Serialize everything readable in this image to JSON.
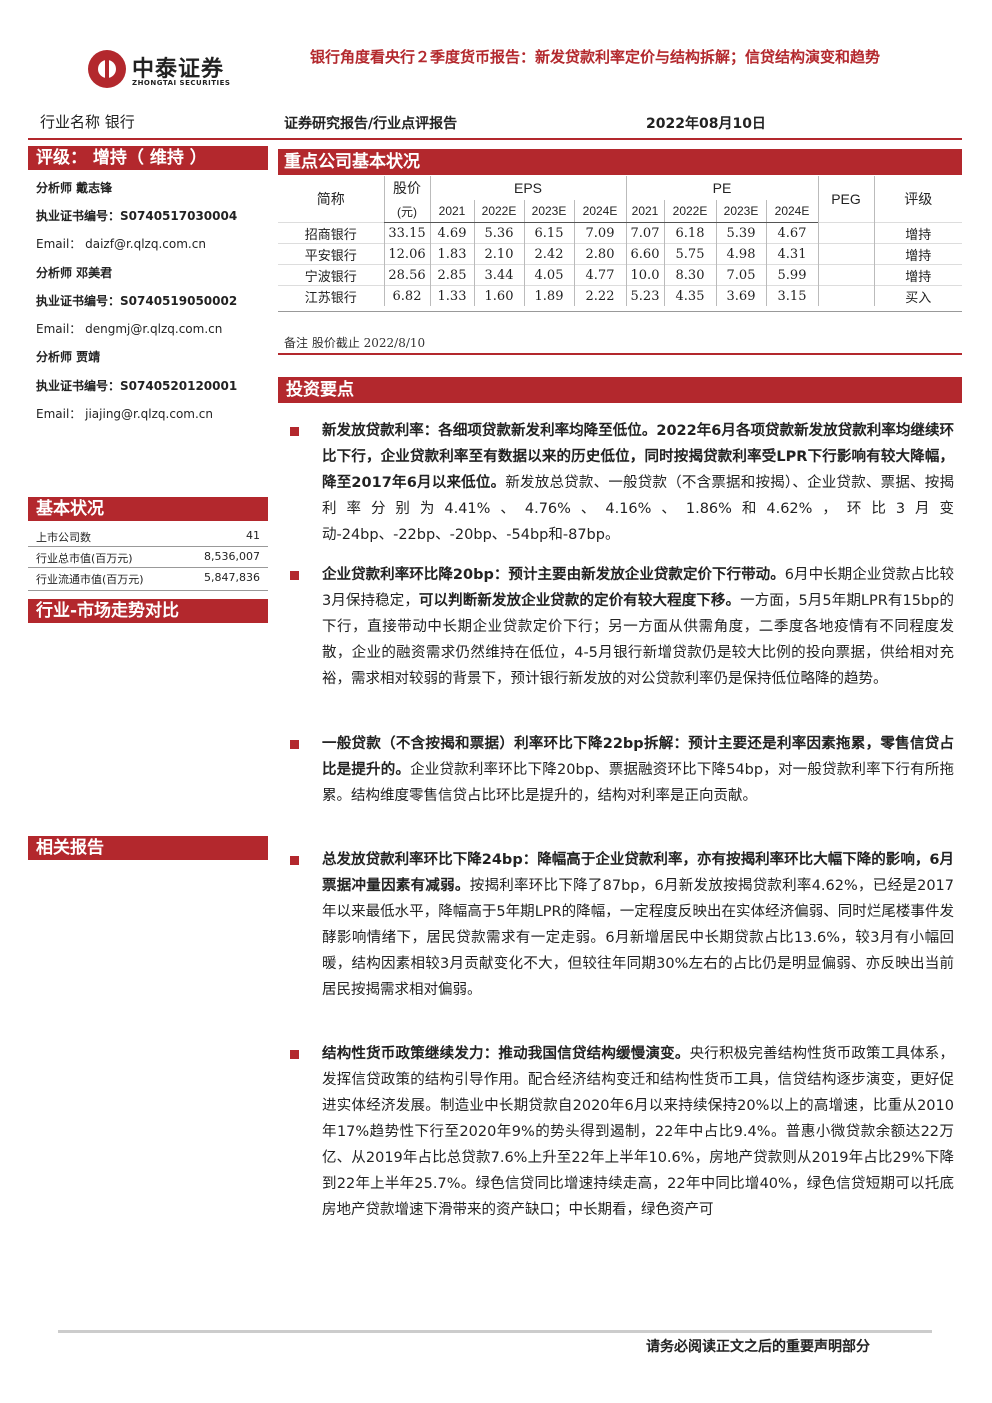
{
  "header": {
    "logo_cn": "中泰证券",
    "logo_en": "ZHONGTAI SECURITIES",
    "title": "银行角度看央行２季度货币报告：新发贷款利率定价与结构拆解；信贷结构演变和趋势",
    "industry_label": "行业名称  银行",
    "report_type": "证券研究报告/行业点评报告",
    "date": "2022年08月10日"
  },
  "sidebar": {
    "rating_label": "评级：  增持（  维持  ）",
    "analysts": [
      {
        "name_line": "分析师  戴志锋",
        "cert_label": "执业证书编号：",
        "cert": "S0740517030004",
        "email_label": "Email：",
        "email": "daizf@r.qlzq.com.cn"
      },
      {
        "name_line": "分析师  邓美君",
        "cert_label": "执业证书编号：",
        "cert": "S0740519050002",
        "email_label": "Email：",
        "email": "dengmj@r.qlzq.com.cn"
      },
      {
        "name_line": "分析师  贾靖",
        "cert_label": "执业证书编号：",
        "cert": "S0740520120001",
        "email_label": "Email：",
        "email": "jiajing@r.qlzq.com.cn"
      }
    ],
    "basic_title": "基本状况",
    "basic_stats": [
      {
        "label": "上市公司数",
        "value": "41"
      },
      {
        "label": "行业总市值(百万元)",
        "value": "8,536,007"
      },
      {
        "label": "行业流通市值(百万元)",
        "value": "5,847,836"
      }
    ],
    "trend_title": "行业-市场走势对比",
    "related_title": "相关报告"
  },
  "table": {
    "title": "重点公司基本状况",
    "col_name": "简称",
    "col_price": "股价",
    "col_price_unit": "(元)",
    "eps": "EPS",
    "pe": "PE",
    "peg": "PEG",
    "rating": "评级",
    "years": [
      "2021",
      "2022E",
      "2023E",
      "2024E"
    ],
    "rows": [
      {
        "name": "招商银行",
        "price": "33.15",
        "eps": [
          "4.69",
          "5.36",
          "6.15",
          "7.09"
        ],
        "pe": [
          "7.07",
          "6.18",
          "5.39",
          "4.67"
        ],
        "peg": "",
        "rating": "增持"
      },
      {
        "name": "平安银行",
        "price": "12.06",
        "eps": [
          "1.83",
          "2.10",
          "2.42",
          "2.80"
        ],
        "pe": [
          "6.60",
          "5.75",
          "4.98",
          "4.31"
        ],
        "peg": "",
        "rating": "增持"
      },
      {
        "name": "宁波银行",
        "price": "28.56",
        "eps": [
          "2.85",
          "3.44",
          "4.05",
          "4.77"
        ],
        "pe": [
          "10.0",
          "8.30",
          "7.05",
          "5.99"
        ],
        "peg": "",
        "rating": "增持"
      },
      {
        "name": "江苏银行",
        "price": "6.82",
        "eps": [
          "1.33",
          "1.60",
          "1.89",
          "2.22"
        ],
        "pe": [
          "5.23",
          "4.35",
          "3.69",
          "3.15"
        ],
        "peg": "",
        "rating": "买入"
      }
    ],
    "note": "备注  股价截止 2022/8/10"
  },
  "points": {
    "title": "投资要点",
    "items": [
      {
        "bold": "新发放贷款利率：各细项贷款新发利率均降至低位。2022年6月各项贷款新发放贷款利率均继续环比下行，企业贷款利率至有数据以来的历史低位，同时按揭贷款利率受LPR下行影响有较大降幅，降至2017年6月以来低位。",
        "text": "新发放总贷款、一般贷款（不含票据和按揭）、企业贷款、票据、按揭利率分别为4.41%、4.76%、4.16%、1.86%和4.62%，环比3月变动-24bp、-22bp、-20bp、-54bp和-87bp。"
      },
      {
        "bold": "企业贷款利率环比降20bp：预计主要由新发放企业贷款定价下行带动。",
        "text": "6月中长期企业贷款占比较3月保持稳定，",
        "bold2": "可以判断新发放企业贷款的定价有较大程度下移。",
        "text2": "一方面，5月5年期LPR有15bp的下行，直接带动中长期企业贷款定价下行；另一方面从供需角度，二季度各地疫情有不同程度发散，企业的融资需求仍然维持在低位，4-5月银行新增贷款仍是较大比例的投向票据，供给相对充裕，需求相对较弱的背景下，预计银行新发放的对公贷款利率仍是保持低位略降的趋势。"
      },
      {
        "bold": "一般贷款（不含按揭和票据）利率环比下降22bp拆解：预计主要还是利率因素拖累，零售信贷占比是提升的。",
        "text": "企业贷款利率环比下降20bp、票据融资环比下降54bp，对一般贷款利率下行有所拖累。结构维度零售信贷占比环比是提升的，结构对利率是正向贡献。"
      },
      {
        "bold": "总发放贷款利率环比下降24bp：降幅高于企业贷款利率，亦有按揭利率环比大幅下降的影响，6月票据冲量因素有减弱。",
        "text": "按揭利率环比下降了87bp，6月新发放按揭贷款利率4.62%，已经是2017年以来最低水平，降幅高于5年期LPR的降幅，一定程度反映出在实体经济偏弱、同时烂尾楼事件发酵影响情绪下，居民贷款需求有一定走弱。6月新增居民中长期贷款占比13.6%，较3月有小幅回暖，结构因素相较3月贡献变化不大，但较往年同期30%左右的占比仍是明显偏弱、亦反映出当前居民按揭需求相对偏弱。"
      },
      {
        "bold": "结构性货币政策继续发力：推动我国信贷结构缓慢演变。",
        "text": "央行积极完善结构性货币政策工具体系，发挥信贷政策的结构引导作用。配合经济结构变迁和结构性货币工具，信贷结构逐步演变，更好促进实体经济发展。制造业中长期贷款自2020年6月以来持续保持20%以上的高增速，比重从2010年17%趋势性下行至2020年9%的势头得到遏制，22年中占比9.4%。普惠小微贷款余额达22万亿、从2019年占比总贷款7.6%上升至22年上半年10.6%，房地产贷款则从2019年占比29%下降到22年上半年25.7%。绿色信贷同比增速持续走高，22年中同比增40%，绿色信贷短期可以托底房地产贷款增速下滑带来的资产缺口；中长期看，绿色资产可"
      }
    ]
  },
  "footer": "请务必阅读正文之后的重要声明部分"
}
